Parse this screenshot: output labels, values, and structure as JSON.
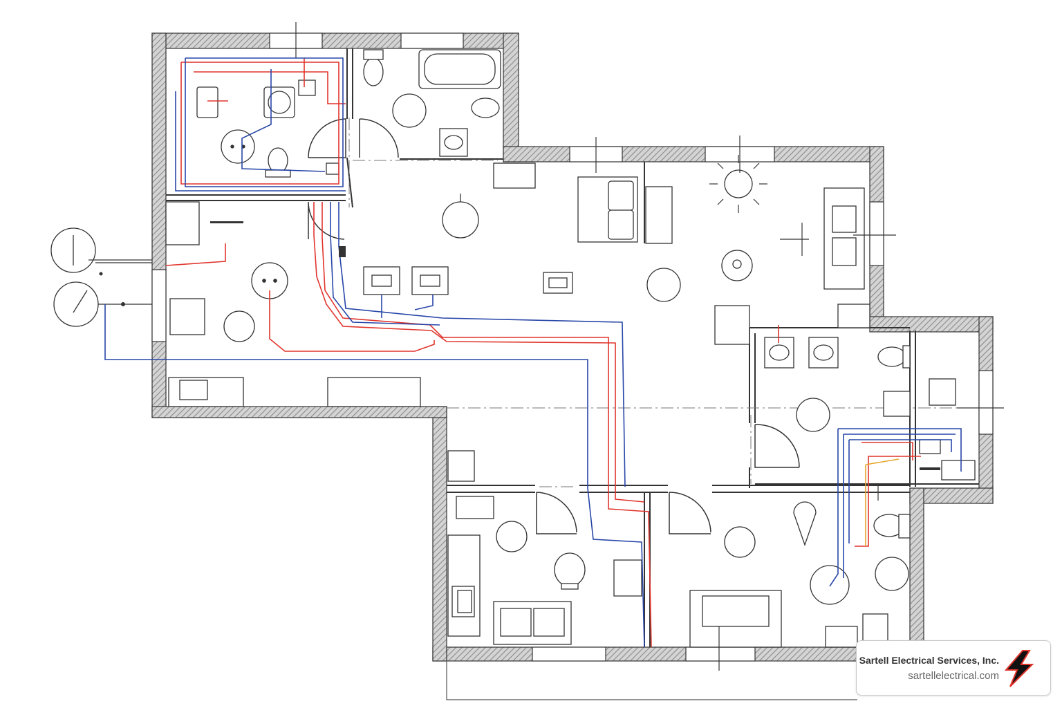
{
  "diagram": {
    "kind": "residential-electrical-floor-plan",
    "wire_colors": {
      "hot": "#e0342c",
      "neutral": "#2746a8",
      "ground": "#e6a52a",
      "wall": "#888888"
    }
  },
  "brand": {
    "company": "Sartell Electrical Services, Inc.",
    "website": "sartellelectrical.com",
    "accent_color": "#e0342c",
    "logo_icon": "lightning-bolt-icon"
  }
}
